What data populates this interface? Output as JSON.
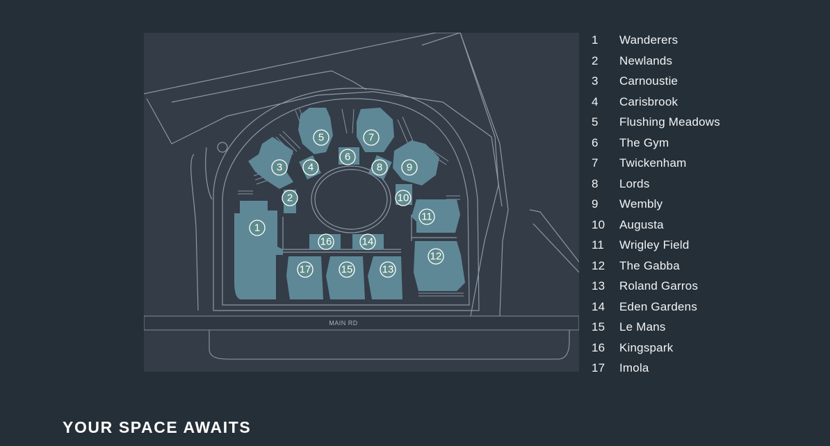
{
  "map": {
    "road_label": "MAIN RD",
    "markers": [
      "1",
      "2",
      "3",
      "4",
      "5",
      "6",
      "7",
      "8",
      "9",
      "10",
      "11",
      "12",
      "13",
      "14",
      "15",
      "16",
      "17"
    ]
  },
  "legend": [
    {
      "num": "1",
      "name": "Wanderers"
    },
    {
      "num": "2",
      "name": "Newlands"
    },
    {
      "num": "3",
      "name": "Carnoustie"
    },
    {
      "num": "4",
      "name": "Carisbrook"
    },
    {
      "num": "5",
      "name": "Flushing Meadows"
    },
    {
      "num": "6",
      "name": "The Gym"
    },
    {
      "num": "7",
      "name": "Twickenham"
    },
    {
      "num": "8",
      "name": "Lords"
    },
    {
      "num": "9",
      "name": "Wembly"
    },
    {
      "num": "10",
      "name": "Augusta"
    },
    {
      "num": "11",
      "name": "Wrigley Field"
    },
    {
      "num": "12",
      "name": "The Gabba"
    },
    {
      "num": "13",
      "name": "Roland Garros"
    },
    {
      "num": "14",
      "name": "Eden Gardens"
    },
    {
      "num": "15",
      "name": "Le Mans"
    },
    {
      "num": "16",
      "name": "Kingspark"
    },
    {
      "num": "17",
      "name": "Imola"
    }
  ],
  "section_title": "YOUR SPACE AWAITS",
  "colors": {
    "page_bg": "#252f37",
    "map_bg": "#333c47",
    "building": "#5f8897",
    "marker_fill": "#5f8b8d",
    "line": "#8d99a4"
  }
}
